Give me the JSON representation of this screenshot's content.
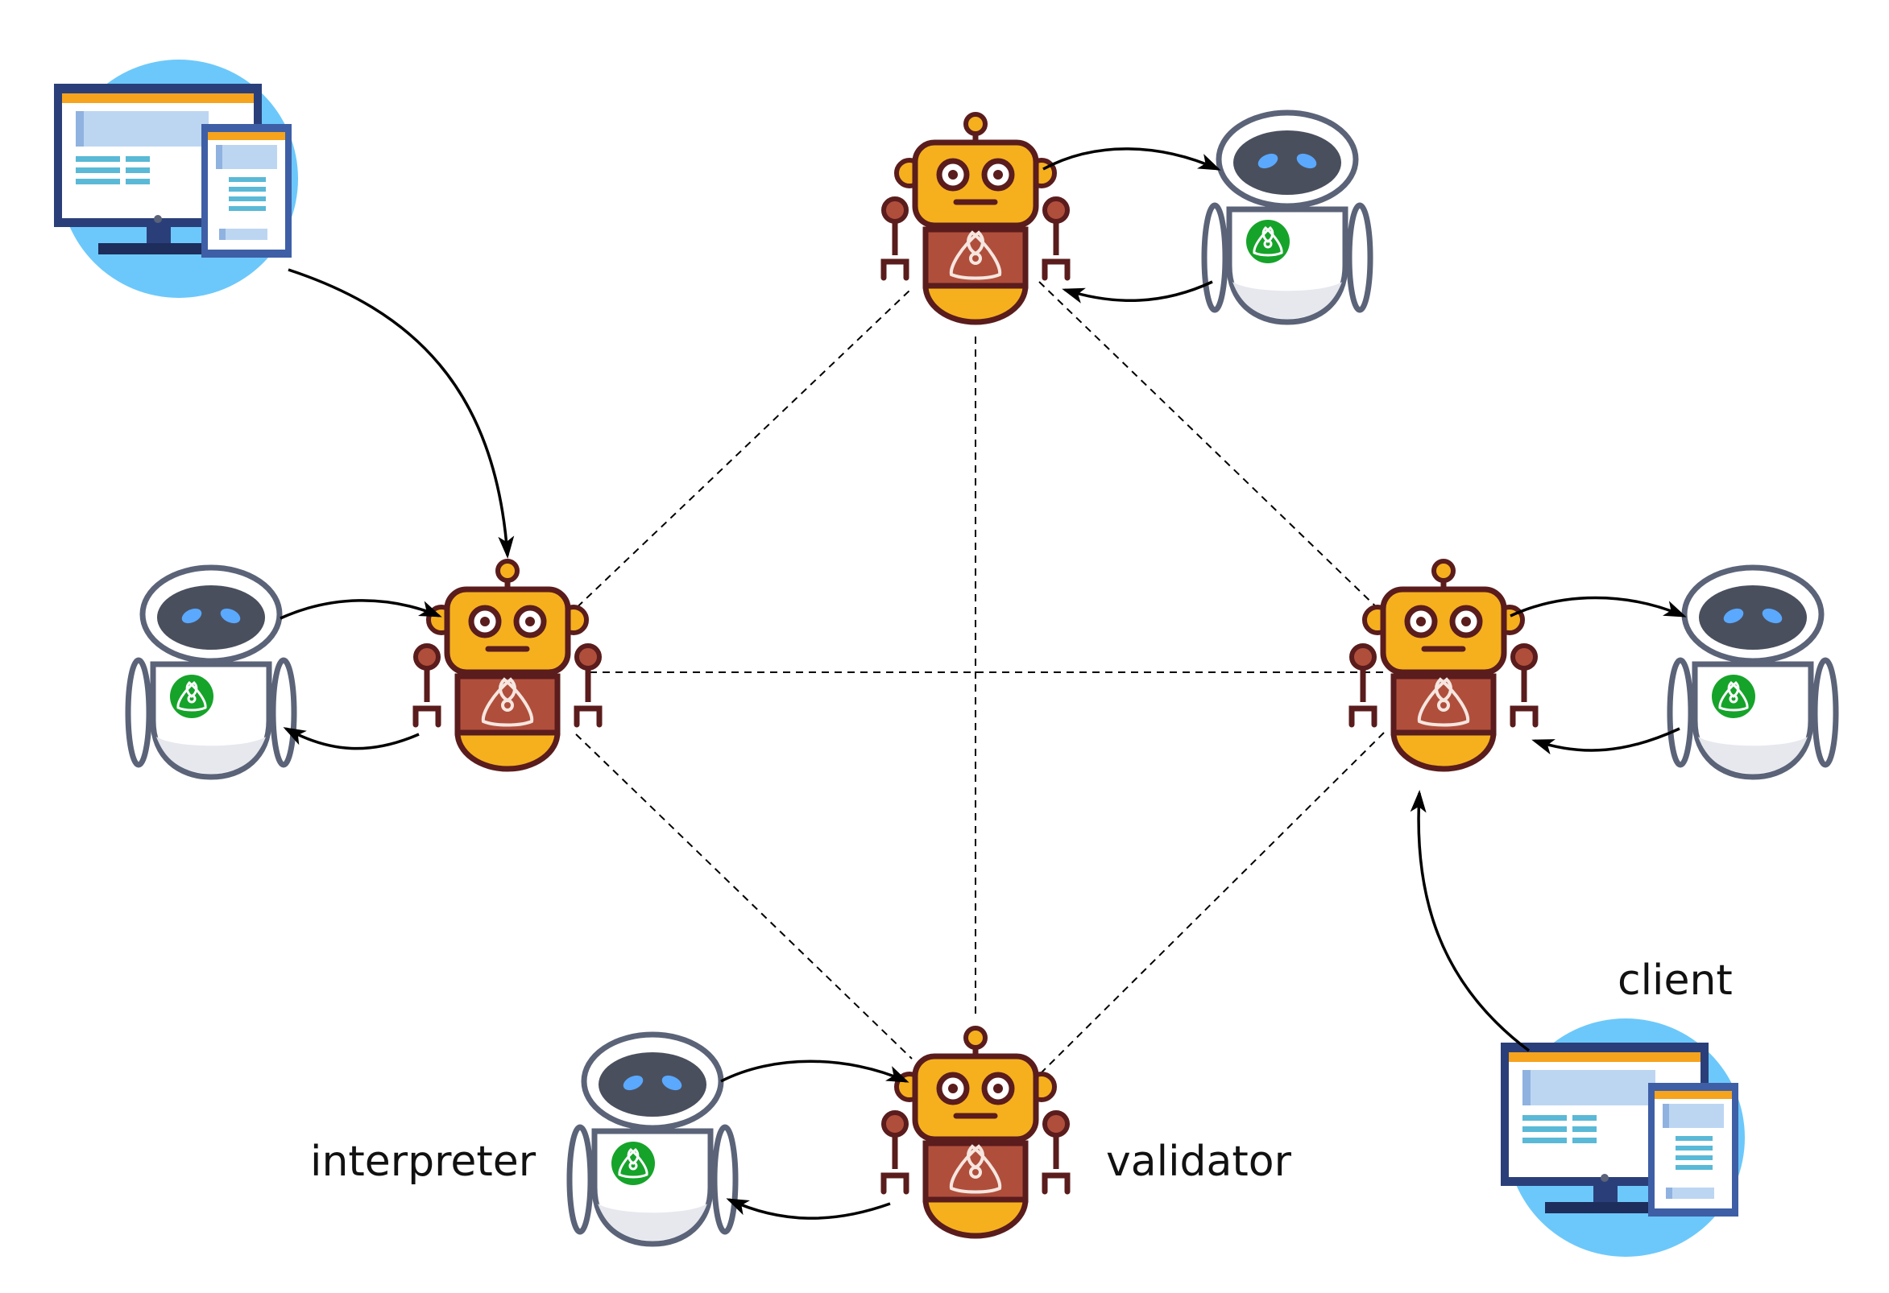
{
  "labels": {
    "interpreter": "interpreter",
    "validator": "validator",
    "client": "client"
  },
  "colors": {
    "validator_head": "#f6b01e",
    "validator_body": "#b04e3c",
    "validator_outline": "#5a1c1c",
    "interpreter_outline": "#5b6378",
    "interpreter_face": "#4a4f5e",
    "interpreter_eyes": "#5aa9ff",
    "emblem_green": "#16a32a",
    "client_circle": "#6cc8fa",
    "monitor_frame": "#2a3f7a",
    "screen_bar": "#f6a31e",
    "screen_panel": "#bcd6f2"
  },
  "icons": {
    "validator": "validator-robot-icon",
    "interpreter": "interpreter-robot-icon",
    "client": "client-devices-icon",
    "emblem": "triquetra-emblem-icon"
  }
}
